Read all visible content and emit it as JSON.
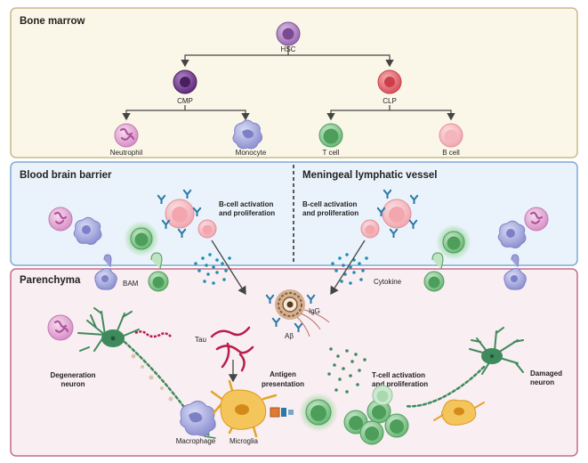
{
  "panels": {
    "bone_marrow": {
      "title": "Bone marrow",
      "nodes": {
        "hsc": "HSC",
        "cmp": "CMP",
        "clp": "CLP",
        "neutrophil": "Neutrophil",
        "monocyte": "Monocyte",
        "t_cell": "T cell",
        "b_cell": "B cell"
      }
    },
    "bbb": {
      "title": "Blood brain barrier",
      "bcell_label_1": "B-cell activation",
      "bcell_label_2": "and proliferation"
    },
    "mlv": {
      "title": "Meningeal lymphatic vessel",
      "bcell_label_1": "B-cell activation",
      "bcell_label_2": "and proliferation"
    },
    "parenchyma": {
      "title": "Parenchyma",
      "bam": "BAM",
      "cytokine": "Cytokine",
      "igg": "IgG",
      "abeta": "Aβ",
      "tau": "Tau",
      "degeneration_1": "Degeneration",
      "degeneration_2": "neuron",
      "antigen_1": "Antigen",
      "antigen_2": "presentation",
      "tcell_1": "T-cell activation",
      "tcell_2": "and proliferation",
      "damaged_1": "Damaged",
      "damaged_2": "neuron",
      "macrophage": "Macrophage",
      "microglia": "Microglia"
    }
  },
  "colors": {
    "bone_marrow_bg": "#fbf7e8",
    "bone_marrow_border": "#c9b98a",
    "bbb_bg": "#eaf3fb",
    "bbb_border": "#7fa9d3",
    "parenchyma_bg": "#f9eef2",
    "parenchyma_border": "#c46b8a",
    "hsc": "#9b6bb0",
    "cmp": "#6e3a8a",
    "clp": "#e0666e",
    "neutrophil": "#d78ac4",
    "monocyte": "#9d9fd8",
    "t_cell": "#5faf68",
    "b_cell": "#f2a6ad",
    "neuron": "#3f8a5c",
    "microglia": "#f1b640",
    "antibody": "#2b78a8",
    "cytokine": "#1f8fb0"
  }
}
